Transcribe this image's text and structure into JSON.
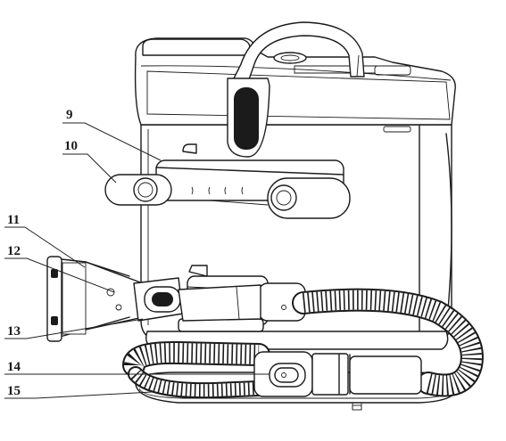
{
  "callouts": [
    {
      "number": "9"
    },
    {
      "number": "10"
    },
    {
      "number": "11"
    },
    {
      "number": "12"
    },
    {
      "number": "13"
    },
    {
      "number": "14"
    },
    {
      "number": "15"
    }
  ]
}
